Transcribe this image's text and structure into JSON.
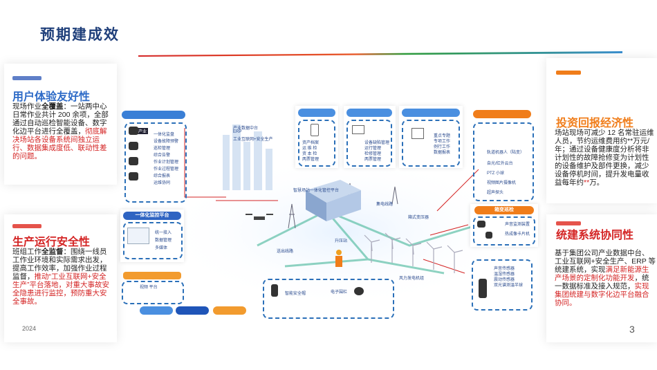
{
  "slide": {
    "title": "预期建成效",
    "page_number": "3",
    "year": "2024",
    "colors": {
      "navy": "#1f3f7a",
      "orange": "#f07d1a",
      "red": "#d42424",
      "blue": "#2a6fb8",
      "green": "#2e9b3a"
    }
  },
  "left_top": {
    "heading": "用户体验友好性",
    "body_1": "现场作业",
    "bold_1": "全覆盖",
    "body_2": "：一站两中心日常作业共计 200 余项，全部通过自动巡检智能设备、数字化边平台进行全覆盖，",
    "red": "彻底解决场站各设备系统间独立运行、数据集成度低、联动性差的问题。"
  },
  "left_bottom": {
    "heading": "生产运行安全性",
    "body_1": "班组工作",
    "bold_1": "全监督",
    "body_2": "：围绕一线员工作业环境和实际需求出发，提高工作效率，加强作业过程监督，",
    "red": "推动“工业互联网+安全生产”平台落地，对重大事故安全隐患进行监控，预防重大安全事故。"
  },
  "right_top": {
    "heading": "投资回报经济性",
    "body": "场站现场可减少 12 名常驻运维人员，节约运维费用约**万元/年；通过设备健康度分析将非计划性的故障抢修变为计划性的设备维护及部件更换，减少设备停机时间，提升发电量收益每年约",
    "red": "**",
    "tail": "万。"
  },
  "right_bottom": {
    "heading": "统建系统协同性",
    "body": "基于集团公司产业数据中台、工业互联网+安全生产、ERP 等统建系统，实现",
    "red": "满足新能源生产场景的定制化功能开发",
    "body_2": "，统一数据标准及接入规范，",
    "red_2": "实现集团统建与数字化边平台融合协同。"
  },
  "diagram": {
    "panel1_items": [
      "一体化监盘",
      "设备故障预警",
      "巡检管理",
      "综合告警",
      "作业计划管理",
      "作业过程管理",
      "综合报表",
      "运维协同"
    ],
    "panel1_header": "产业",
    "panel2_title": "一体化监控平台",
    "panel2_items": [
      "统一接入",
      "数据管理",
      "多媒体"
    ],
    "panel3_items": [
      "资产档案",
      "运 维 检",
      "资 本 检",
      "两票管理"
    ],
    "panel4_items": [
      "设备缺陷管理",
      "运行管理",
      "检修管理",
      "两票管理"
    ],
    "panel5_items": [
      "重点专题",
      "专项工作",
      "例行工作",
      "数据报表"
    ],
    "panel6_items": [
      "轨道机器人（陆变）",
      "自光/红外云台",
      "PTZ 小球",
      "视频图片摄像机",
      "超声探头"
    ],
    "panel7_title": "箱变巡检",
    "panel7_items": [
      "声音监测装置",
      "热成像卡片机"
    ],
    "panel8_items": [
      "声音传感器",
      "温湿传感器",
      "震动传感器",
      "双光谱测温半球"
    ],
    "panel9_items": [
      "智能安全帽",
      "电子围栏"
    ],
    "panel10_label": "视频 平台",
    "scene_labels": [
      "产业数据中台",
      "ERP",
      "工业互联网+安全生产",
      "智慧场站一体化管控平台",
      "集电线路",
      "箱式变压器",
      "升压站",
      "送出线路",
      "风力发电机组"
    ]
  }
}
